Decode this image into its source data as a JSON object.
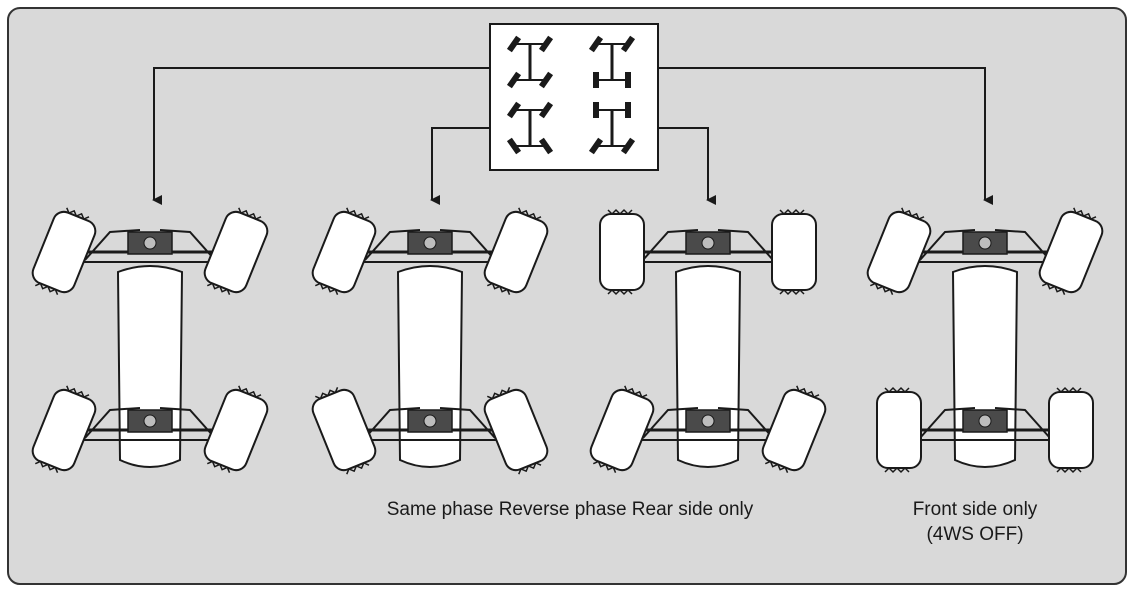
{
  "captions": {
    "modes_text": "Same phase Reverse phase Rear side only",
    "front_line1": "Front side only",
    "front_line2": "(4WS OFF)"
  },
  "diagram": {
    "modes": [
      {
        "key": "same_phase",
        "front_angle_deg": 22,
        "rear_angle_deg": 22
      },
      {
        "key": "reverse_phase",
        "front_angle_deg": 22,
        "rear_angle_deg": -22
      },
      {
        "key": "rear_side_only",
        "front_angle_deg": 0,
        "rear_angle_deg": 22
      },
      {
        "key": "front_side_only",
        "front_angle_deg": 22,
        "rear_angle_deg": 0
      }
    ],
    "colors": {
      "panel_fill": "#d9d9d9",
      "panel_stroke": "#333333",
      "line": "#1a1a1a",
      "tire_fill": "#ffffff",
      "icon_box_fill": "#ffffff"
    }
  }
}
